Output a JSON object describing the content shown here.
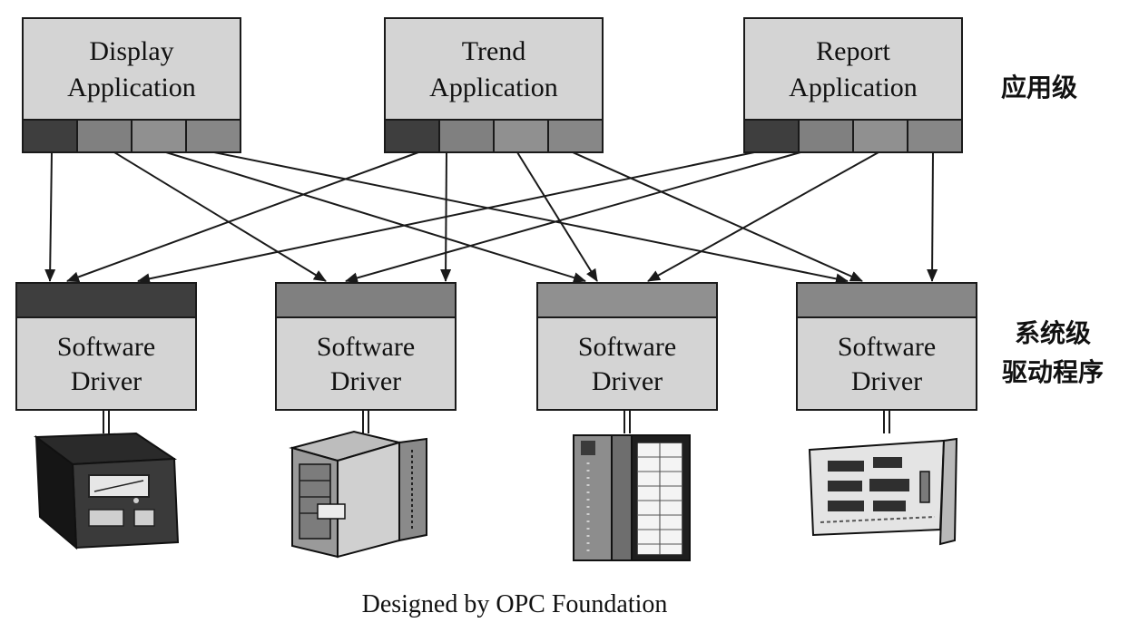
{
  "applications": [
    {
      "line1": "Display",
      "line2": "Application"
    },
    {
      "line1": "Trend",
      "line2": "Application"
    },
    {
      "line1": "Report",
      "line2": "Application"
    }
  ],
  "drivers": [
    {
      "line1": "Software",
      "line2": "Driver",
      "device": "panel-meter-device"
    },
    {
      "line1": "Software",
      "line2": "Driver",
      "device": "plc-module-device"
    },
    {
      "line1": "Software",
      "line2": "Driver",
      "device": "io-rack-device"
    },
    {
      "line1": "Software",
      "line2": "Driver",
      "device": "interface-card-device"
    }
  ],
  "labels": {
    "application_level": "应用级",
    "system_level_line1": "系统级",
    "system_level_line2": "驱动程序"
  },
  "caption": "Designed by OPC Foundation",
  "colors": {
    "box_fill": "#d4d4d4",
    "port_dark": "#3e3e3e",
    "port_mid": "#808080",
    "port_light": "#909090",
    "stroke": "#1a1a1a"
  }
}
